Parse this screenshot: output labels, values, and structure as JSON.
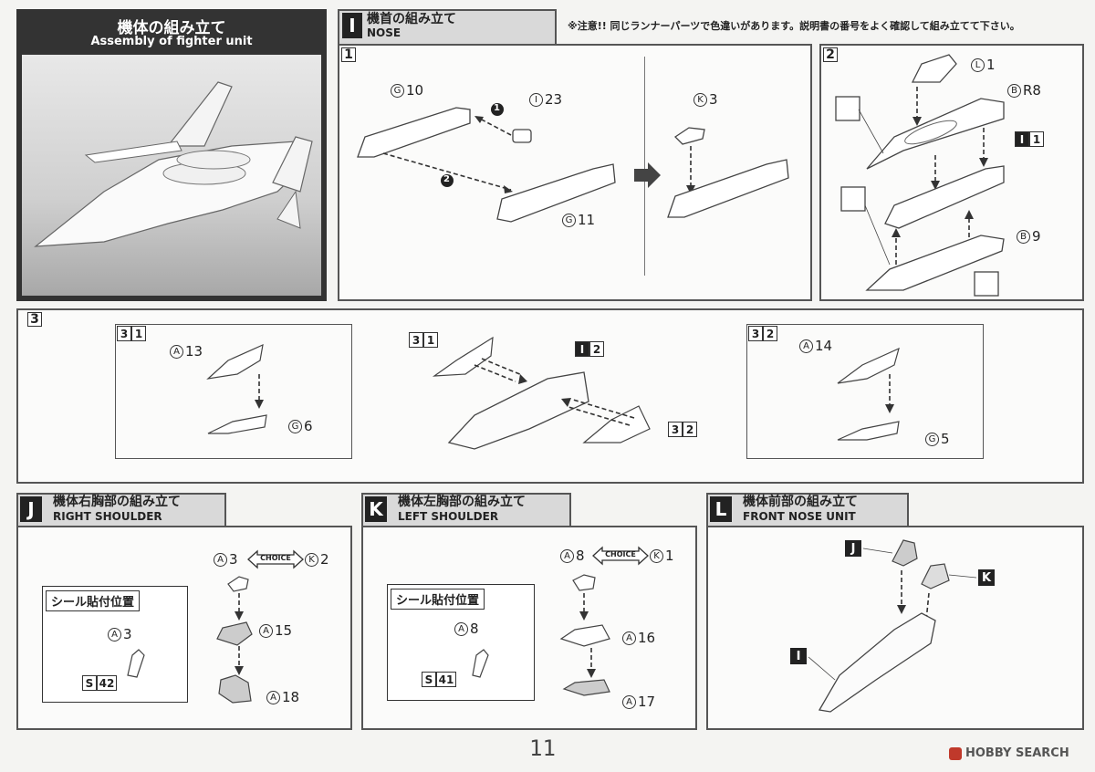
{
  "header": {
    "title_jp": "機体の組み立て",
    "title_en": "Assembly of fighter unit",
    "notice": "※注意!! 同じランナーパーツで色違いがあります。説明書の番号をよく確認して組み立てて下さい。"
  },
  "section_i": {
    "letter": "I",
    "title_jp": "機首の組み立て",
    "title_en": "NOSE",
    "step1": {
      "num": "1",
      "parts": [
        {
          "runner": "G",
          "num": "10"
        },
        {
          "runner": "I",
          "num": "23"
        },
        {
          "runner": "G",
          "num": "11"
        },
        {
          "runner": "K",
          "num": "3"
        }
      ],
      "order": [
        "1",
        "2"
      ]
    },
    "step2": {
      "num": "2",
      "parts": [
        {
          "runner": "L",
          "num": "1"
        },
        {
          "runner": "B",
          "num": "R8"
        },
        {
          "runner": "B",
          "num": "9"
        }
      ],
      "sub_ref": {
        "letter": "I",
        "num": "1"
      }
    }
  },
  "section_3": {
    "num": "3",
    "sub31": {
      "label": [
        "3",
        "1"
      ],
      "parts": [
        {
          "runner": "A",
          "num": "13"
        },
        {
          "runner": "G",
          "num": "6"
        }
      ]
    },
    "middle": {
      "label_a": [
        "3",
        "1"
      ],
      "label_b": [
        "I",
        "2"
      ],
      "label_c": [
        "3",
        "2"
      ]
    },
    "sub32": {
      "label": [
        "3",
        "2"
      ],
      "parts": [
        {
          "runner": "A",
          "num": "14"
        },
        {
          "runner": "G",
          "num": "5"
        }
      ]
    }
  },
  "section_j": {
    "letter": "J",
    "title_jp": "機体右胸部の組み立て",
    "title_en": "RIGHT SHOULDER",
    "choice_label": "CHOICE",
    "parts": [
      {
        "runner": "A",
        "num": "3"
      },
      {
        "runner": "K",
        "num": "2"
      },
      {
        "runner": "A",
        "num": "15"
      },
      {
        "runner": "A",
        "num": "18"
      }
    ],
    "sticker_title": "シール貼付位置",
    "sticker_part": {
      "runner": "A",
      "num": "3"
    },
    "sticker_s": "S",
    "sticker_num": "42"
  },
  "section_k": {
    "letter": "K",
    "title_jp": "機体左胸部の組み立て",
    "title_en": "LEFT SHOULDER",
    "choice_label": "CHOICE",
    "parts": [
      {
        "runner": "A",
        "num": "8"
      },
      {
        "runner": "K",
        "num": "1"
      },
      {
        "runner": "A",
        "num": "16"
      },
      {
        "runner": "A",
        "num": "17"
      }
    ],
    "sticker_title": "シール貼付位置",
    "sticker_part": {
      "runner": "A",
      "num": "8"
    },
    "sticker_s": "S",
    "sticker_num": "41"
  },
  "section_l": {
    "letter": "L",
    "title_jp": "機体前部の組み立て",
    "title_en": "FRONT NOSE UNIT",
    "badges": [
      "J",
      "K",
      "I"
    ]
  },
  "footer": {
    "page_number": "11",
    "watermark": "HOBBY SEARCH"
  }
}
